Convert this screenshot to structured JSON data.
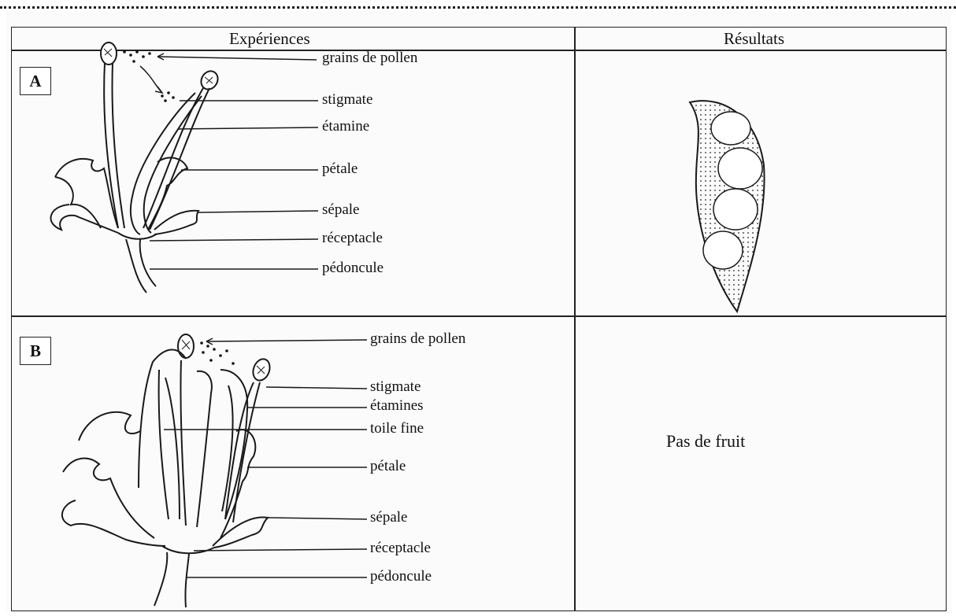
{
  "table": {
    "header_experiences": "Expériences",
    "header_results": "Résultats"
  },
  "experiment_a": {
    "letter": "A",
    "labels": {
      "pollen": "grains de pollen",
      "stigma": "stigmate",
      "stamen": "étamine",
      "petal": "pétale",
      "sepal": "sépale",
      "receptacle": "réceptacle",
      "peduncle": "pédoncule"
    }
  },
  "experiment_b": {
    "letter": "B",
    "labels": {
      "pollen": "grains de pollen",
      "stigma": "stigmate",
      "stamens": "étamines",
      "veil": "toile fine",
      "petal": "pétale",
      "sepal": "sépale",
      "receptacle": "réceptacle",
      "peduncle": "pédoncule"
    },
    "result": "Pas de fruit"
  }
}
